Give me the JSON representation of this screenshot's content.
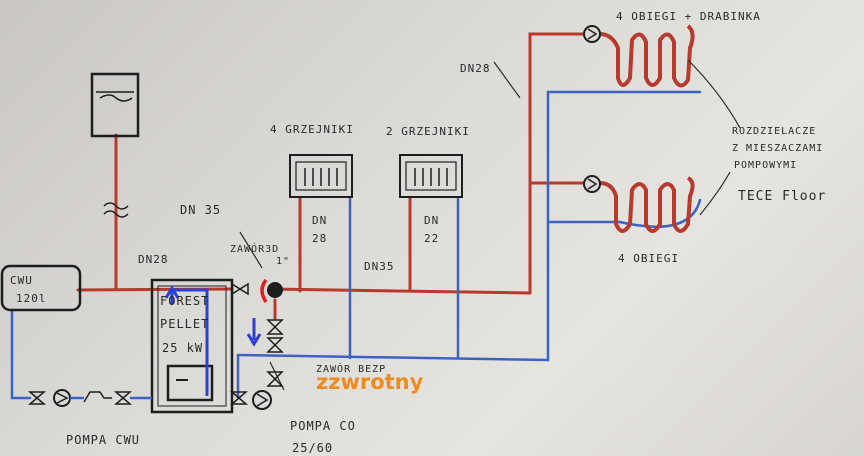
{
  "labels": {
    "top_right": "4 OBIEGI + DRABINKA",
    "bottom_right": "4 OBIEGI",
    "dn28_vertical": "DN28",
    "rozdzielacze_1": "ROZDZIELACZE",
    "rozdzielacze_2": "Z MIESZACZAMI",
    "rozdzielacze_3": "POMPOWYMI",
    "rozdzielacze_4": "TECE Floor",
    "grzejniki_4": "4 GRZEJNIKI",
    "grzejniki_2": "2 GRZEJNIKI",
    "dn28_left": "DN28",
    "dn28_rad": "DN",
    "dn28_rad_n": "28",
    "dn22_rad": "DN",
    "dn22_rad_n": "22",
    "dn35_main": "DN35",
    "dn35_left": "DN 35",
    "zawor3d": "ZAWÓR3D",
    "zawor3d_size": "1\"",
    "cwu": "CWU",
    "cwu_vol": "120l",
    "boiler_1": "FOREST",
    "boiler_2": "PELLET",
    "boiler_3": "25 kW",
    "zawor_bottom": "ZAWÓR BEZP",
    "pompa_cwu": "POMPA CWU",
    "pompa_co": "POMPA CO",
    "pompa_co_size": "25/60",
    "zzwrotny": "zzwrotny"
  }
}
